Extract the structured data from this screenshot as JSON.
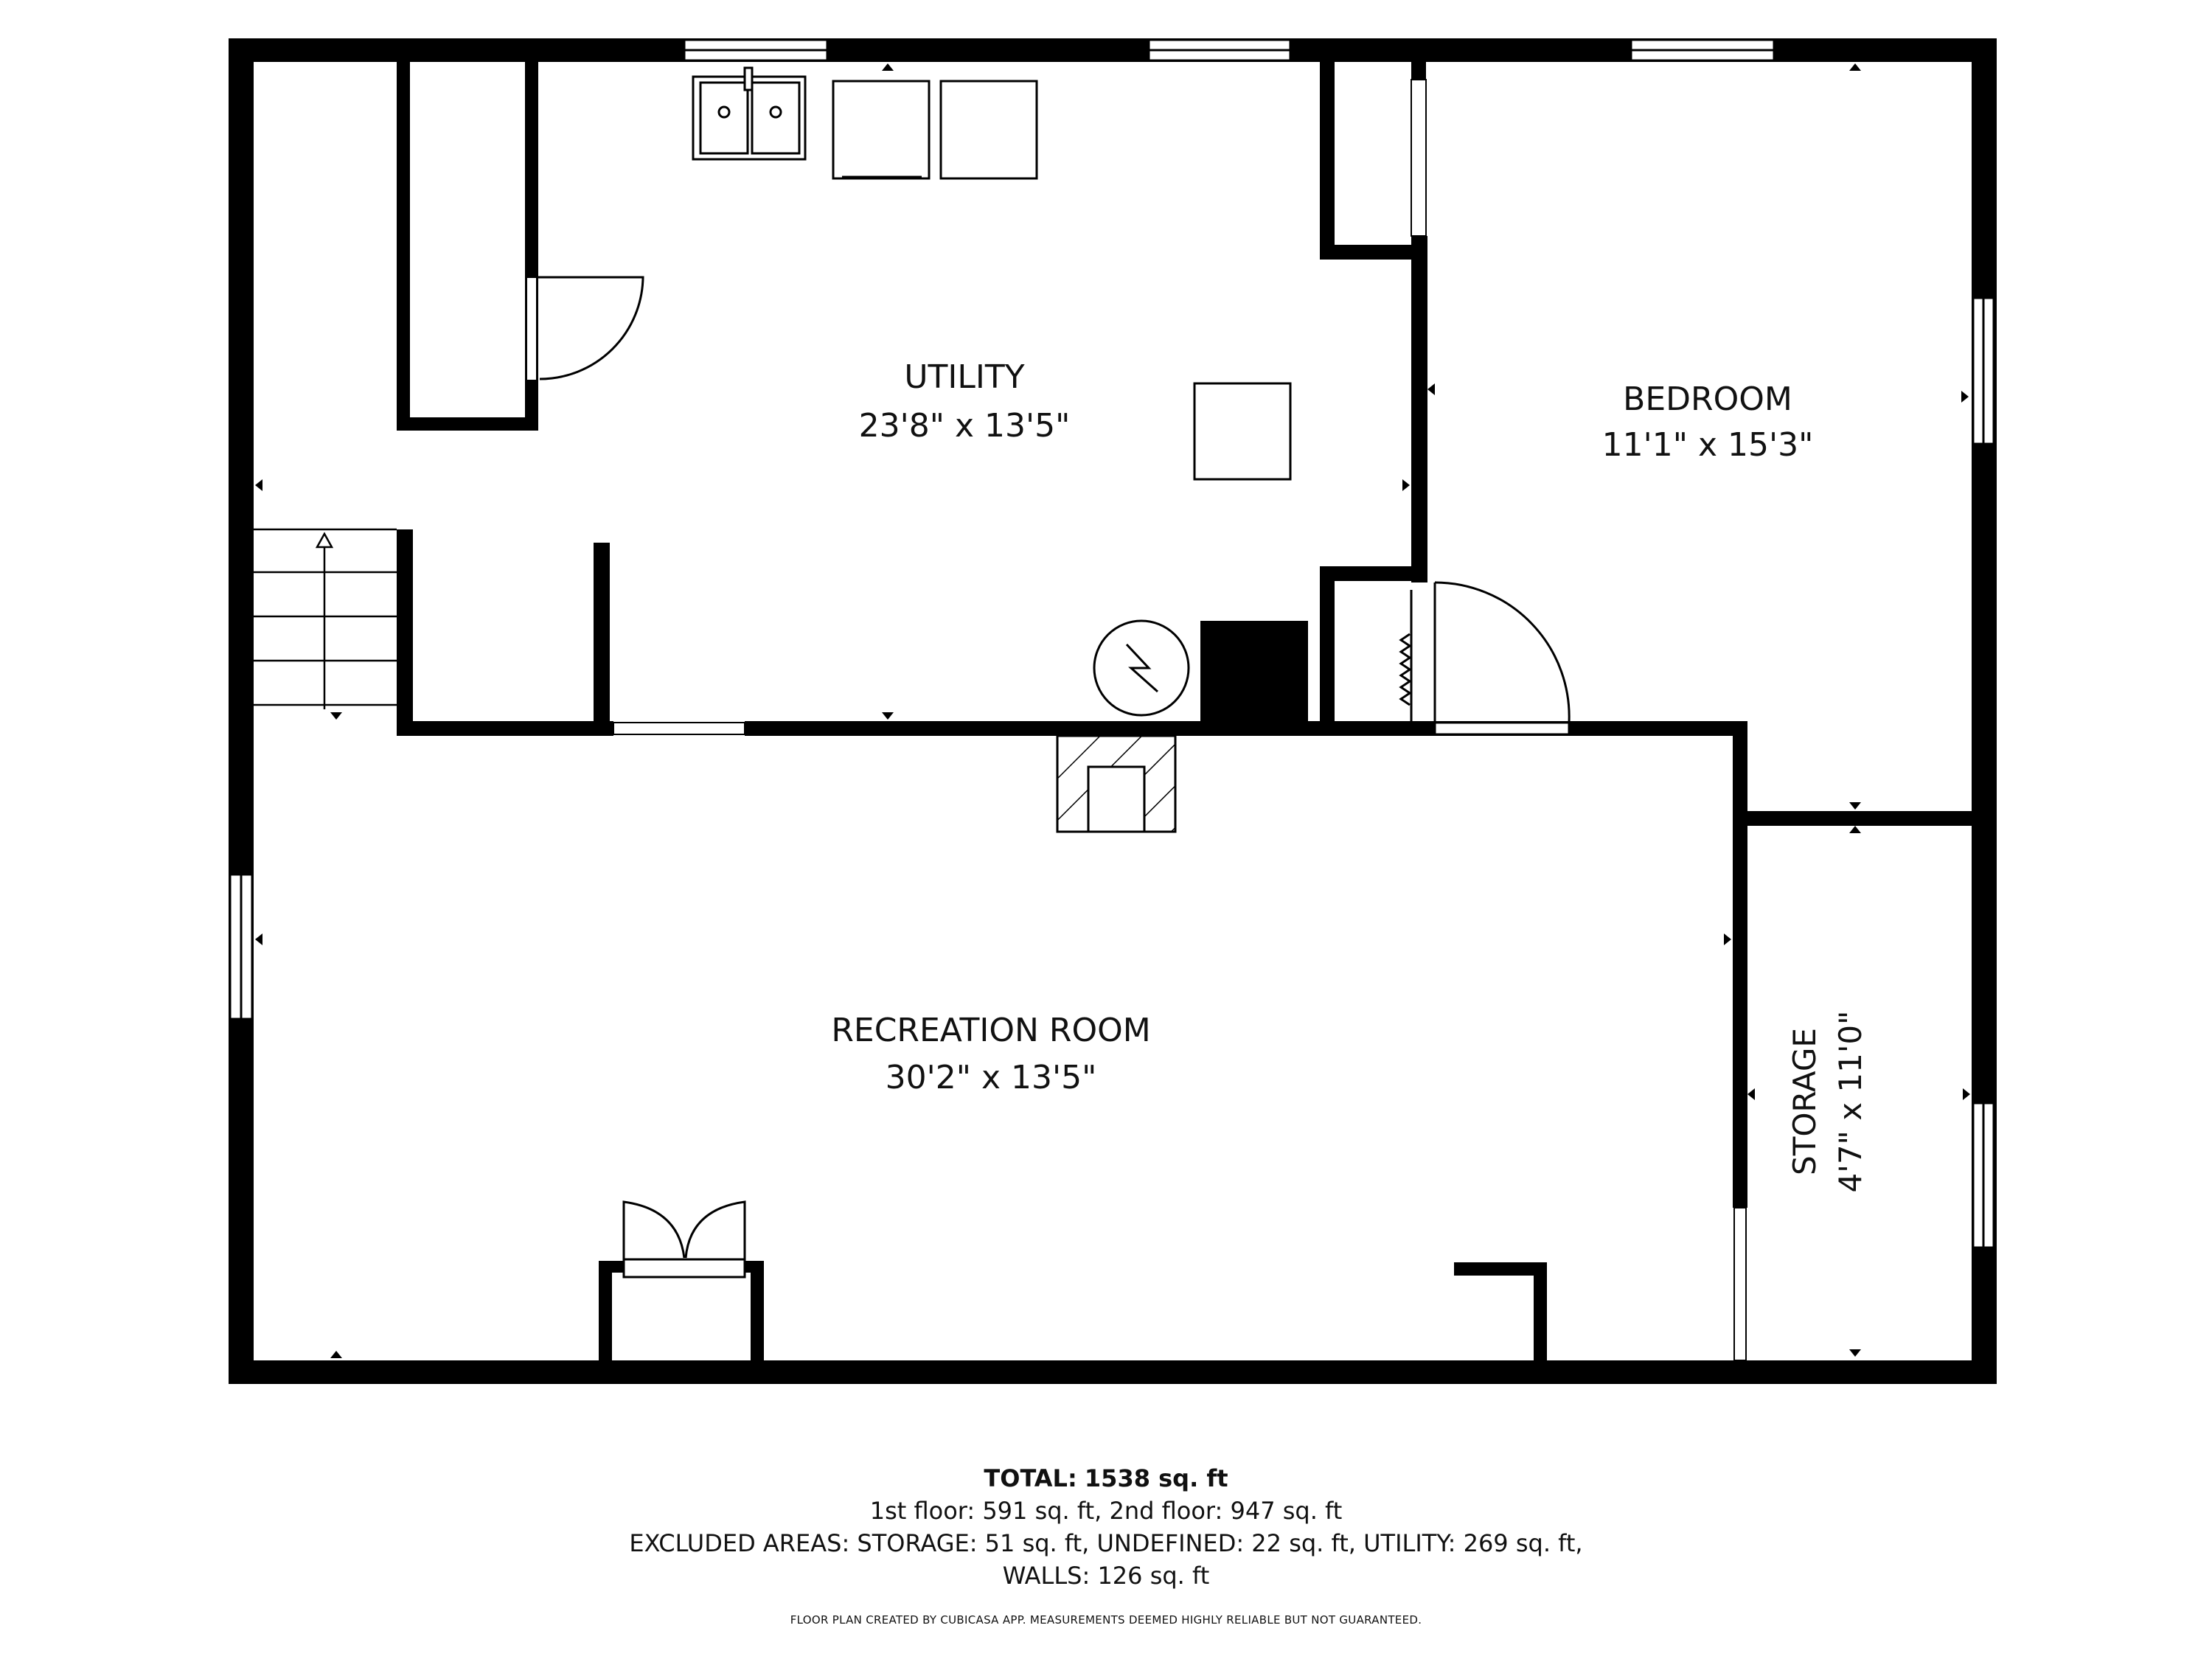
{
  "rooms": {
    "utility": {
      "name": "UTILITY",
      "dims": "23'8\" x 13'5\""
    },
    "bedroom": {
      "name": "BEDROOM",
      "dims": "11'1\" x 15'3\""
    },
    "recreation": {
      "name": "RECREATION ROOM",
      "dims": "30'2\" x 13'5\""
    },
    "storage": {
      "name": "STORAGE",
      "dims": "4'7\" x 11'0\""
    }
  },
  "footer": {
    "total_label": "TOTAL:",
    "total_value": "1538 sq. ft",
    "floors": "1st floor: 591 sq. ft, 2nd floor: 947 sq. ft",
    "excluded": "EXCLUDED AREAS: STORAGE: 51 sq. ft, UNDEFINED: 22 sq. ft, UTILITY: 269 sq. ft,",
    "walls": "WALLS: 126 sq. ft",
    "disclaimer": "FLOOR PLAN CREATED BY CUBICASA APP. MEASUREMENTS DEEMED HIGHLY RELIABLE BUT NOT GUARANTEED."
  },
  "colors": {
    "wall": "#000000",
    "background": "#ffffff",
    "line": "#111111"
  }
}
